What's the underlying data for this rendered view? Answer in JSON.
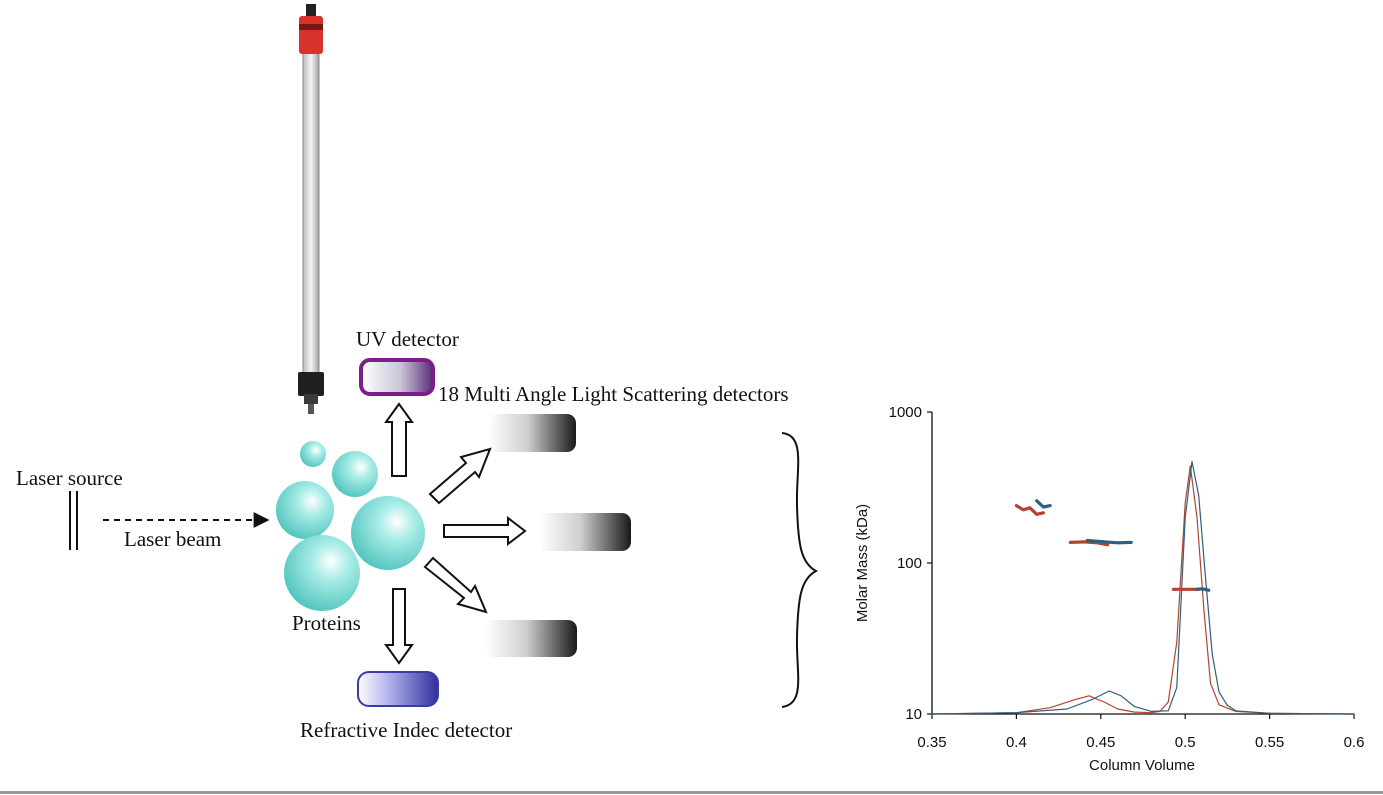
{
  "labels": {
    "uv_detector": "UV detector",
    "mals_detectors": "18 Multi Angle Light Scattering detectors",
    "laser_source": "Laser source",
    "laser_beam": "Laser beam",
    "proteins": "Proteins",
    "ri_detector": "Refractive Indec detector"
  },
  "colors": {
    "uv_detector_border": "#7a1e8c",
    "ri_detector_fill": "#3a3aa8",
    "mals_detector_fill": "#222222",
    "protein_fill": "#7fd8d2",
    "series_red": "#b5432f",
    "series_blue": "#2f5f7c",
    "column_cap": "#d8322c"
  },
  "icons": {
    "column": "chromatography-column-icon",
    "proteins": "protein-spheres-icon",
    "brace": "right-brace-icon"
  },
  "chart_data": {
    "type": "line",
    "title": "",
    "xlabel": "Column Volume",
    "ylabel": "Molar Mass (kDa)",
    "xlim": [
      0.35,
      0.6
    ],
    "ylim": [
      10,
      1000
    ],
    "yscale": "log",
    "x_ticks": [
      "0.35",
      "0.4",
      "0.45",
      "0.5",
      "0.55",
      "0.6"
    ],
    "y_ticks": [
      "10",
      "100",
      "1000"
    ],
    "grid": false,
    "legend": "none",
    "series": [
      {
        "kind": "signal",
        "color": "#b5432f",
        "x": [
          0.35,
          0.4,
          0.42,
          0.435,
          0.443,
          0.452,
          0.46,
          0.47,
          0.48,
          0.485,
          0.49,
          0.495,
          0.5,
          0.503,
          0.507,
          0.511,
          0.515,
          0.52,
          0.53,
          0.55,
          0.6
        ],
        "y": [
          10,
          10.2,
          11,
          12.5,
          13.2,
          12,
          10.8,
          10.3,
          10.2,
          10.4,
          12,
          30,
          250,
          440,
          200,
          50,
          16,
          11.5,
          10.4,
          10.1,
          10
        ]
      },
      {
        "kind": "signal",
        "color": "#2f5f7c",
        "x": [
          0.35,
          0.4,
          0.43,
          0.445,
          0.455,
          0.462,
          0.47,
          0.48,
          0.49,
          0.495,
          0.5,
          0.504,
          0.508,
          0.512,
          0.516,
          0.52,
          0.525,
          0.53,
          0.55,
          0.6
        ],
        "y": [
          10,
          10.2,
          10.8,
          12.5,
          14.2,
          13.2,
          11.2,
          10.4,
          10.5,
          15,
          200,
          470,
          280,
          80,
          25,
          14,
          11.4,
          10.5,
          10.1,
          10
        ]
      },
      {
        "kind": "molar-mass",
        "color": "#b5432f",
        "x": [
          0.4,
          0.404,
          0.408,
          0.412,
          0.416
        ],
        "y": [
          240,
          225,
          232,
          210,
          215
        ]
      },
      {
        "kind": "molar-mass",
        "color": "#2f5f7c",
        "x": [
          0.412,
          0.416,
          0.42
        ],
        "y": [
          258,
          235,
          240
        ]
      },
      {
        "kind": "molar-mass",
        "color": "#b5432f",
        "x": [
          0.432,
          0.44,
          0.448,
          0.454
        ],
        "y": [
          137,
          138,
          136,
          132
        ]
      },
      {
        "kind": "molar-mass",
        "color": "#2f5f7c",
        "x": [
          0.442,
          0.452,
          0.46,
          0.468
        ],
        "y": [
          141,
          138,
          136,
          137
        ]
      },
      {
        "kind": "molar-mass",
        "color": "#b5432f",
        "x": [
          0.493,
          0.498,
          0.503,
          0.508
        ],
        "y": [
          67,
          67,
          67,
          67
        ]
      },
      {
        "kind": "molar-mass",
        "color": "#2f5f7c",
        "x": [
          0.507,
          0.51,
          0.514
        ],
        "y": [
          67,
          67.5,
          66
        ]
      }
    ]
  }
}
